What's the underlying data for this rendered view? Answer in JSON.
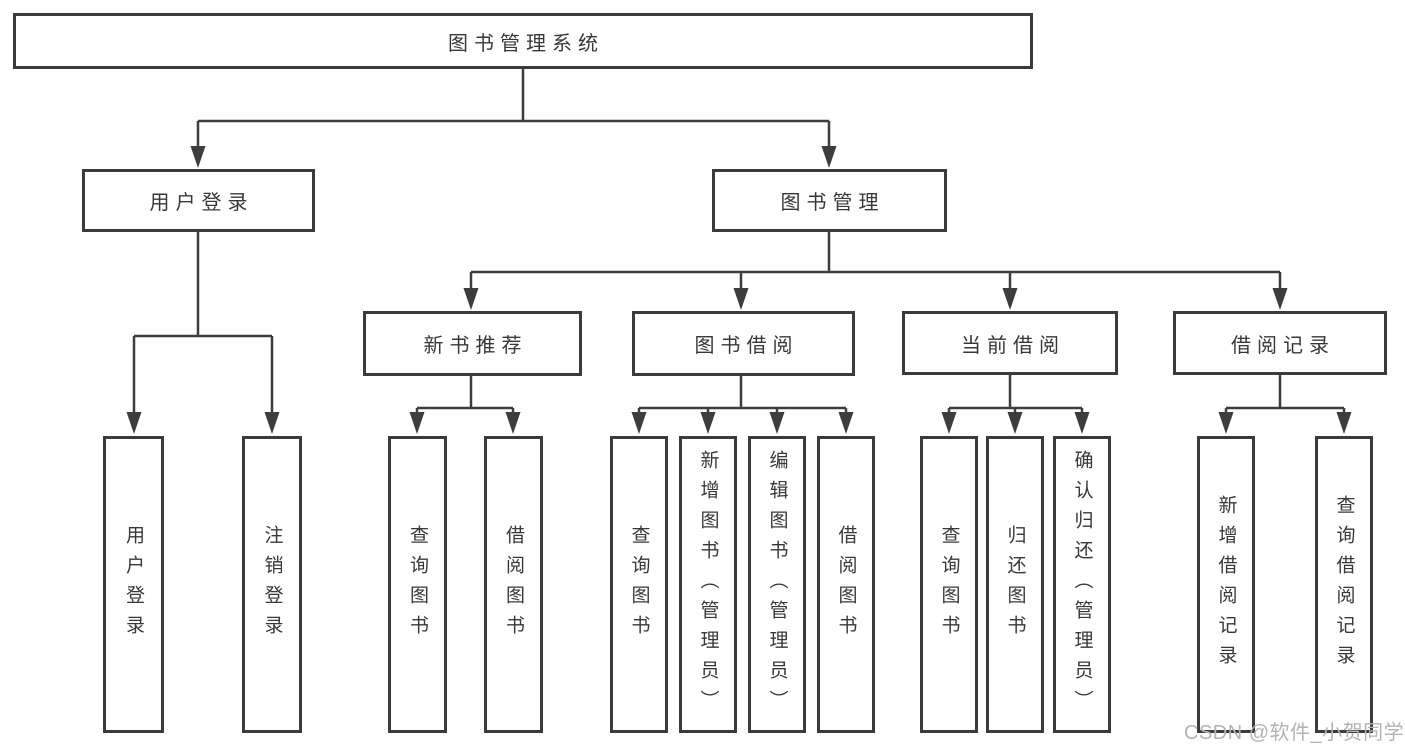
{
  "diagram": {
    "type": "hierarchy-tree",
    "title": "图书管理系统",
    "colors": {
      "background": "#ffffff",
      "box_border": "#3b3b3b",
      "connector_line": "#3d3d3d",
      "text": "#383838",
      "watermark": "#b3b3b3"
    },
    "watermark": {
      "label": "CSDN @软件_小贺同学"
    },
    "nodes": {
      "root": {
        "label": "图书管理系统"
      },
      "user_login": {
        "label": "用户登录"
      },
      "book_mgmt": {
        "label": "图书管理"
      },
      "new_book_rec": {
        "label": "新书推荐"
      },
      "book_borrow": {
        "label": "图书借阅"
      },
      "current_borrow": {
        "label": "当前借阅"
      },
      "borrow_records": {
        "label": "借阅记录"
      },
      "leaf_user_login": {
        "label": "用户登录"
      },
      "leaf_logout": {
        "label": "注销登录"
      },
      "leaf_query_book_rec": {
        "label": "查询图书"
      },
      "leaf_borrow_book_rec": {
        "label": "借阅图书"
      },
      "leaf_query_book_borrow": {
        "label": "查询图书"
      },
      "leaf_add_book": {
        "label": "新增图书（管理员）"
      },
      "leaf_edit_book": {
        "label": "编辑图书（管理员）"
      },
      "leaf_borrow_book_borrow": {
        "label": "借阅图书"
      },
      "leaf_query_book_current": {
        "label": "查询图书"
      },
      "leaf_return_book": {
        "label": "归还图书"
      },
      "leaf_confirm_return": {
        "label": "确认归还（管理员）"
      },
      "leaf_add_borrow_record": {
        "label": "新增借阅记录"
      },
      "leaf_query_borrow_record": {
        "label": "查询借阅记录"
      }
    },
    "edges": [
      [
        "root",
        "user_login"
      ],
      [
        "root",
        "book_mgmt"
      ],
      [
        "user_login",
        "leaf_user_login"
      ],
      [
        "user_login",
        "leaf_logout"
      ],
      [
        "book_mgmt",
        "new_book_rec"
      ],
      [
        "book_mgmt",
        "book_borrow"
      ],
      [
        "book_mgmt",
        "current_borrow"
      ],
      [
        "book_mgmt",
        "borrow_records"
      ],
      [
        "new_book_rec",
        "leaf_query_book_rec"
      ],
      [
        "new_book_rec",
        "leaf_borrow_book_rec"
      ],
      [
        "book_borrow",
        "leaf_query_book_borrow"
      ],
      [
        "book_borrow",
        "leaf_add_book"
      ],
      [
        "book_borrow",
        "leaf_edit_book"
      ],
      [
        "book_borrow",
        "leaf_borrow_book_borrow"
      ],
      [
        "current_borrow",
        "leaf_query_book_current"
      ],
      [
        "current_borrow",
        "leaf_return_book"
      ],
      [
        "current_borrow",
        "leaf_confirm_return"
      ],
      [
        "borrow_records",
        "leaf_add_borrow_record"
      ],
      [
        "borrow_records",
        "leaf_query_borrow_record"
      ]
    ]
  }
}
